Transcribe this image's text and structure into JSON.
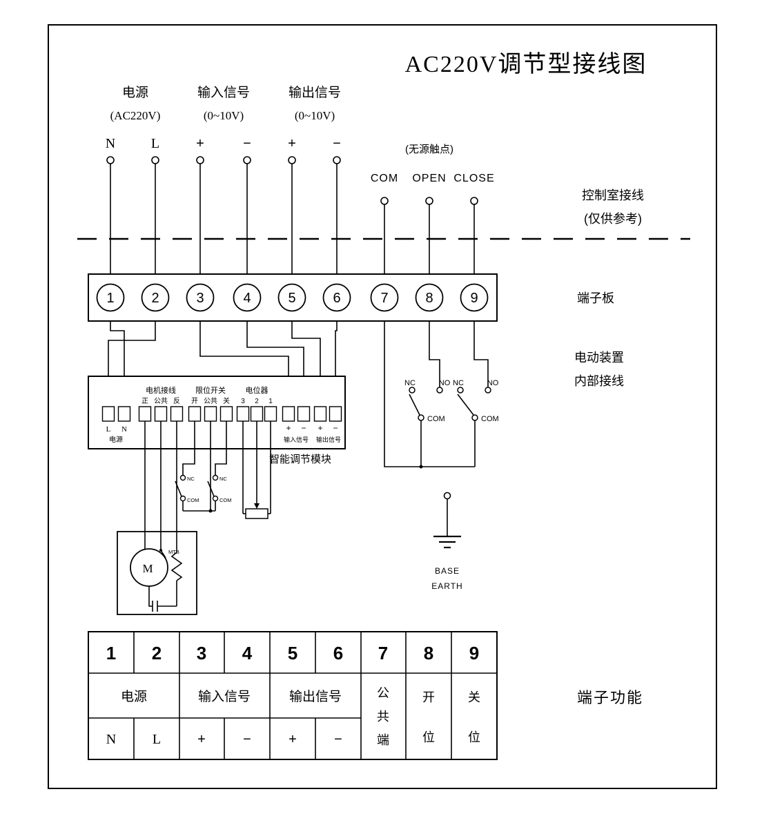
{
  "title": "AC220V调节型接线图",
  "groups": [
    {
      "label": "电源",
      "range": "(AC220V)"
    },
    {
      "label": "输入信号",
      "range": "(0~10V)"
    },
    {
      "label": "输出信号",
      "range": "(0~10V)"
    }
  ],
  "top_terminals": [
    "N",
    "L",
    "+",
    "−",
    "+",
    "−"
  ],
  "dry_contact": {
    "label": "(无源触点)",
    "terminals": [
      "COM",
      "OPEN",
      "CLOSE"
    ]
  },
  "annotations": {
    "control_room_line1": "控制室接线",
    "control_room_line2": "(仅供参考)",
    "terminal_board": "端子板",
    "internal_line1": "电动装置",
    "internal_line2": "内部接线",
    "module_caption": "智能调节模块",
    "table_caption": "端子功能"
  },
  "board_numbers": [
    "1",
    "2",
    "3",
    "4",
    "5",
    "6",
    "7",
    "8",
    "9"
  ],
  "module": {
    "group_labels": [
      "电机接线",
      "限位开关",
      "电位器"
    ],
    "sub_labels": [
      "正",
      "公共",
      "反",
      "开",
      "公共",
      "关",
      "3",
      "2",
      "1"
    ],
    "power_terms": [
      "L",
      "N"
    ],
    "power_caption": "电源",
    "signal_marks": [
      "+",
      "−",
      "+",
      "−"
    ],
    "signal_captions": [
      "输入信号",
      "输出信号"
    ]
  },
  "limit_switches": {
    "nc": "NC",
    "com": "COM"
  },
  "relay_switches": {
    "nc": "NC",
    "no": "NO",
    "com": "COM"
  },
  "motor": {
    "m": "M",
    "mtb": "MTB"
  },
  "earth": {
    "line1": "BASE",
    "line2": "EARTH"
  },
  "table": {
    "numbers": [
      "1",
      "2",
      "3",
      "4",
      "5",
      "6",
      "7",
      "8",
      "9"
    ],
    "merged": [
      "电源",
      "输入信号",
      "输出信号"
    ],
    "bottom": [
      "N",
      "L",
      "+",
      "−",
      "+",
      "−"
    ],
    "col7": [
      "公",
      "共",
      "端"
    ],
    "col8": [
      "开",
      "位"
    ],
    "col9": [
      "关",
      "位"
    ]
  }
}
